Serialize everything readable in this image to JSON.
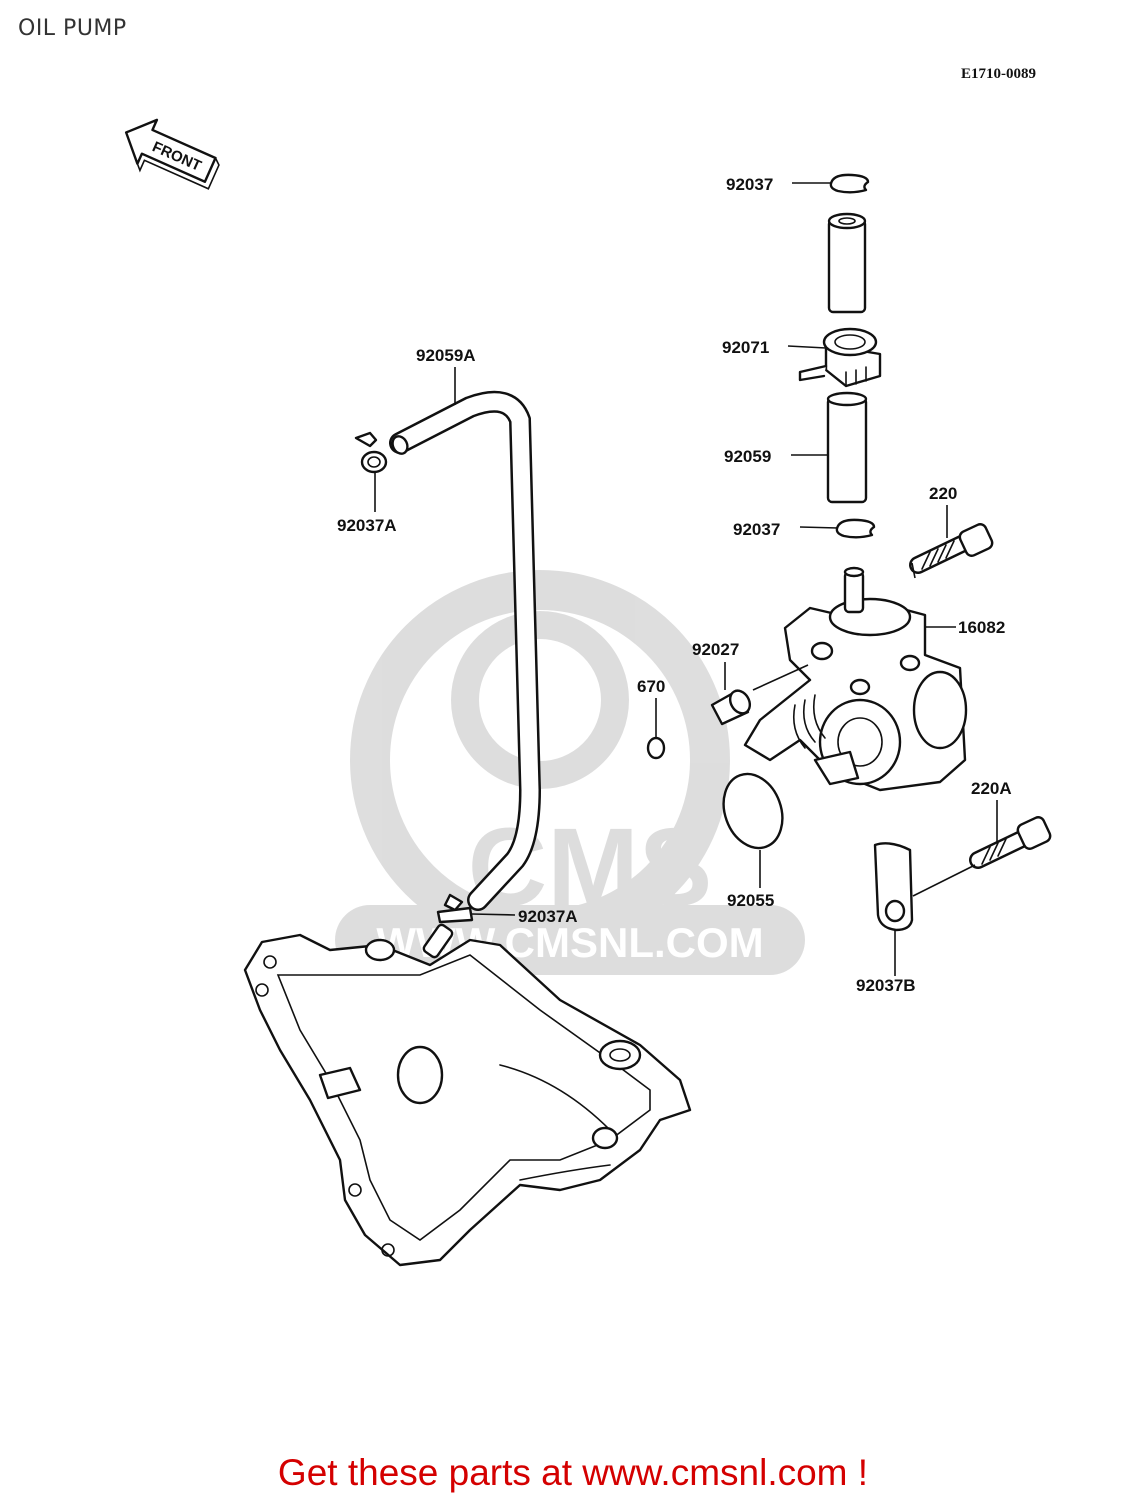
{
  "header": {
    "title": "OIL PUMP",
    "diagram_code": "E1710-0089"
  },
  "front_arrow": {
    "label": "FRONT"
  },
  "watermark": {
    "logo_text": "CMS",
    "url_text": "WWW.CMSNL.COM"
  },
  "callouts": {
    "p92037_top": "92037",
    "p92071": "92071",
    "p92059": "92059",
    "p92037_mid": "92037",
    "p220": "220",
    "p16082": "16082",
    "p92027": "92027",
    "p670": "670",
    "p220A": "220A",
    "p92055": "92055",
    "p92037B": "92037B",
    "p92059A": "92059A",
    "p92037A_top": "92037A",
    "p92037A_bottom": "92037A"
  },
  "banner": {
    "text": "Get these parts at www.cmsnl.com !",
    "color": "#d40000"
  }
}
